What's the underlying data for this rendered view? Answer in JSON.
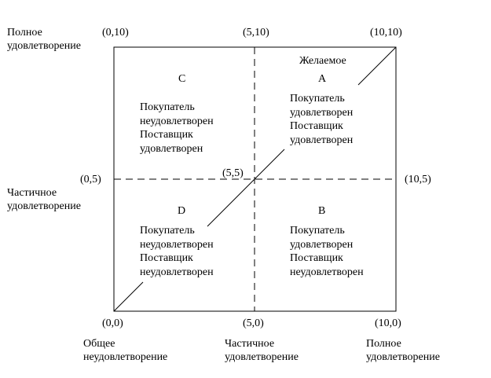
{
  "colors": {
    "ink": "#000000",
    "background": "#ffffff"
  },
  "axis_labels": {
    "top_left": "Полное\nудовлетворение",
    "mid_left": "Частичное\nудовлетворение",
    "bottom_left": "Общее\nнеудовлетворение",
    "bottom_mid": "Частичное\nудовлетворение",
    "bottom_right": "Полное\nудовлетворение"
  },
  "coordinates": {
    "top_left": "(0,10)",
    "top_mid": "(5,10)",
    "top_right": "(10,10)",
    "mid_left": "(0,5)",
    "center": "(5,5)",
    "mid_right": "(10,5)",
    "bottom_left": "(0,0)",
    "bottom_mid": "(5,0)",
    "bottom_right": "(10,0)"
  },
  "desired_label": "Желаемое",
  "quadrants": {
    "c": {
      "letter": "C",
      "text": "Покупатель\nнеудовлетворен\nПоставщик\nудовлетворен"
    },
    "a": {
      "letter": "A",
      "text": "Покупатель\nудовлетворен\nПоставщик\nудовлетворен"
    },
    "d": {
      "letter": "D",
      "text": "Покупатель\nнеудовлетворен\nПоставщик\nнеудовлетворен"
    },
    "b": {
      "letter": "B",
      "text": "Покупатель\nудовлетворен\nПоставщик\nнеудовлетворен"
    }
  }
}
